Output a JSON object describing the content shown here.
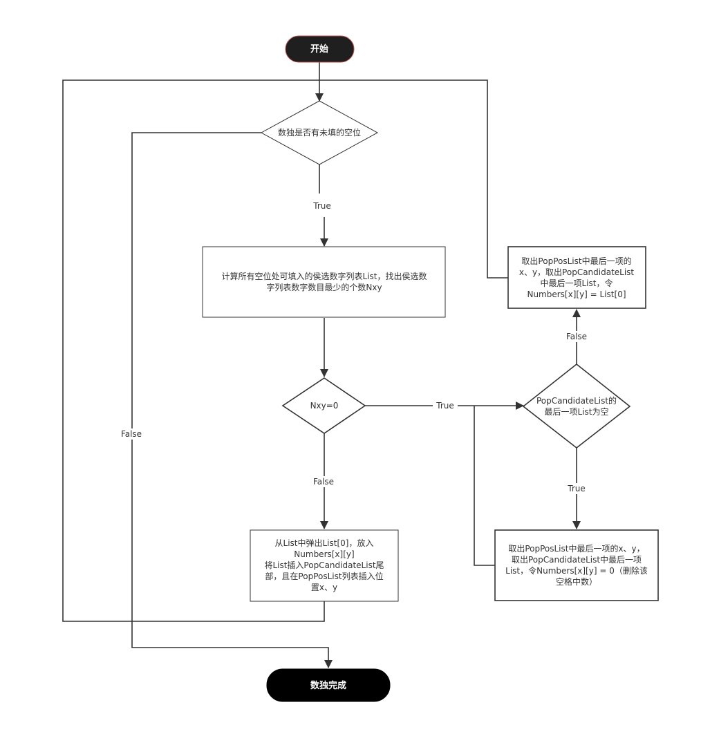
{
  "nodes": {
    "start": [
      "开始"
    ],
    "check_empty": [
      "数独是否有未填的空位"
    ],
    "compute": [
      "计算所有空位处可填入的侯选数字列表List，找出侯选数",
      "字列表数字数目最少的个数Nxy"
    ],
    "nxy_zero": [
      "Nxy=0"
    ],
    "pop_list": [
      "从List中弹出List[0]，放入",
      "Numbers[x][y]",
      "将List插入PopCandidateList尾",
      "部，且在PopPosList列表插入位",
      "置x、y"
    ],
    "candidate_empty": [
      "PopCandidateList的",
      "最后一项List为空"
    ],
    "backtrack_restore": [
      "取出PopPosList中最后一项的",
      "x、y，取出PopCandidateList",
      "中最后一项List，令",
      "Numbers[x][y] = List[0]"
    ],
    "backtrack_clear": [
      "取出PopPosList中最后一项的x、y，",
      "取出PopCandidateList中最后一项",
      "List，令Numbers[x][y] = 0（删除该",
      "空格中数）"
    ],
    "done": [
      "数独完成"
    ]
  },
  "edge_labels": {
    "check_true": "True",
    "check_false": "False",
    "nxy_true": "True",
    "nxy_false": "False",
    "cand_true": "True",
    "cand_false": "False"
  },
  "colors": {
    "line": "#333333",
    "terminal_fill_start": "#1f1f1f",
    "terminal_fill_end": "#000000",
    "terminal_start_border": "#c0504d"
  }
}
